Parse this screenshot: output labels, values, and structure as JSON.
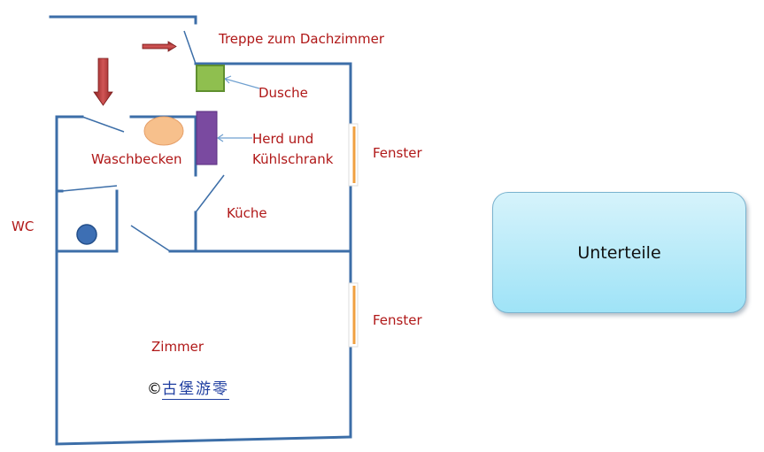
{
  "labels": {
    "stairs": "Treppe zum Dachzimmer",
    "shower": "Dusche",
    "stove_fridge": "Herd und Kühlschrank",
    "sink": "Waschbecken",
    "kitchen": "Küche",
    "wc": "WC",
    "window_upper": "Fenster",
    "window_lower": "Fenster",
    "room": "Zimmer"
  },
  "copyright": {
    "symbol": "©",
    "text": "古堡游零"
  },
  "box": {
    "label": "Unterteile"
  },
  "colors": {
    "wall": "#3c6ea8",
    "label_text": "#b01818",
    "arrow": "#b23a3a",
    "shower": "#8fbf4f",
    "stove_fridge": "#7a4aa0",
    "sink": "#f7c08c",
    "toilet": "#3d6fb4",
    "window": "#f0a040",
    "leader_line": "#6fa0d0"
  }
}
